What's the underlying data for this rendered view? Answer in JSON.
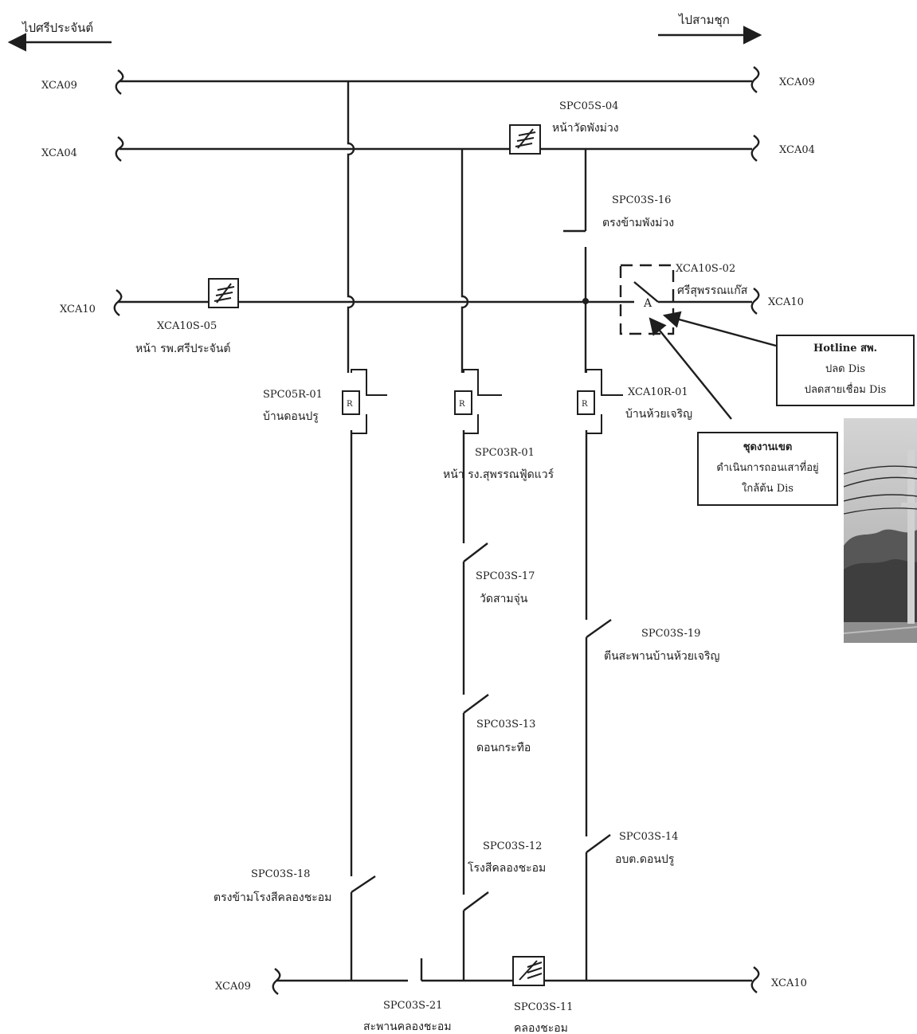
{
  "directions": {
    "left": "ไปศรีประจันต์",
    "right": "ไปสามชุก"
  },
  "feeders": {
    "top_left": "XCA09",
    "top_right": "XCA09",
    "mid_left": "XCA04",
    "mid_right": "XCA04",
    "x10_left": "XCA10",
    "x10_right": "XCA10",
    "bottom_left": "XCA09",
    "bottom_right": "XCA10"
  },
  "devices": {
    "spc05s_04": {
      "code": "SPC05S-04",
      "location": "หน้าวัดพังม่วง"
    },
    "spc03s_16": {
      "code": "SPC03S-16",
      "location": "ตรงข้ามพังม่วง"
    },
    "xca10s_02": {
      "code": "XCA10S-02",
      "location": "ศรีสุพรรณแก๊ส",
      "marker": "A"
    },
    "xca10s_05": {
      "code": "XCA10S-05",
      "location": "หน้า รพ.ศรีประจันต์"
    },
    "spc05r_01": {
      "code": "SPC05R-01",
      "location": "บ้านดอนปรู"
    },
    "spc03r_01": {
      "code": "SPC03R-01",
      "location": "หน้า รง.สุพรรณฟู้ดแวร์"
    },
    "xca10r_01": {
      "code": "XCA10R-01",
      "location": "บ้านห้วยเจริญ"
    },
    "spc03s_17": {
      "code": "SPC03S-17",
      "location": "วัดสามจุ่น"
    },
    "spc03s_19": {
      "code": "SPC03S-19",
      "location": "ตีนสะพานบ้านห้วยเจริญ"
    },
    "spc03s_13": {
      "code": "SPC03S-13",
      "location": "ดอนกระทือ"
    },
    "spc03s_12": {
      "code": "SPC03S-12",
      "location": "โรงสีคลองชะอม"
    },
    "spc03s_14": {
      "code": "SPC03S-14",
      "location": "อบต.ดอนปรู"
    },
    "spc03s_18": {
      "code": "SPC03S-18",
      "location": "ตรงข้ามโรงสีคลองชะอม"
    },
    "spc03s_21": {
      "code": "SPC03S-21",
      "location": "สะพานคลองชะอม"
    },
    "spc03s_11": {
      "code": "SPC03S-11",
      "location": "คลองชะอม"
    }
  },
  "recloser_symbol": "R",
  "callouts": {
    "hotline": {
      "title": "Hotline สพ.",
      "line1": "ปลด Dis",
      "line2": "ปลดสายเชื่อม Dis"
    },
    "crew": {
      "title": "ชุดงานเขต",
      "line1": "ดำเนินการถอนเสาที่อยู่",
      "line2": "ใกล้ต้น Dis"
    }
  }
}
